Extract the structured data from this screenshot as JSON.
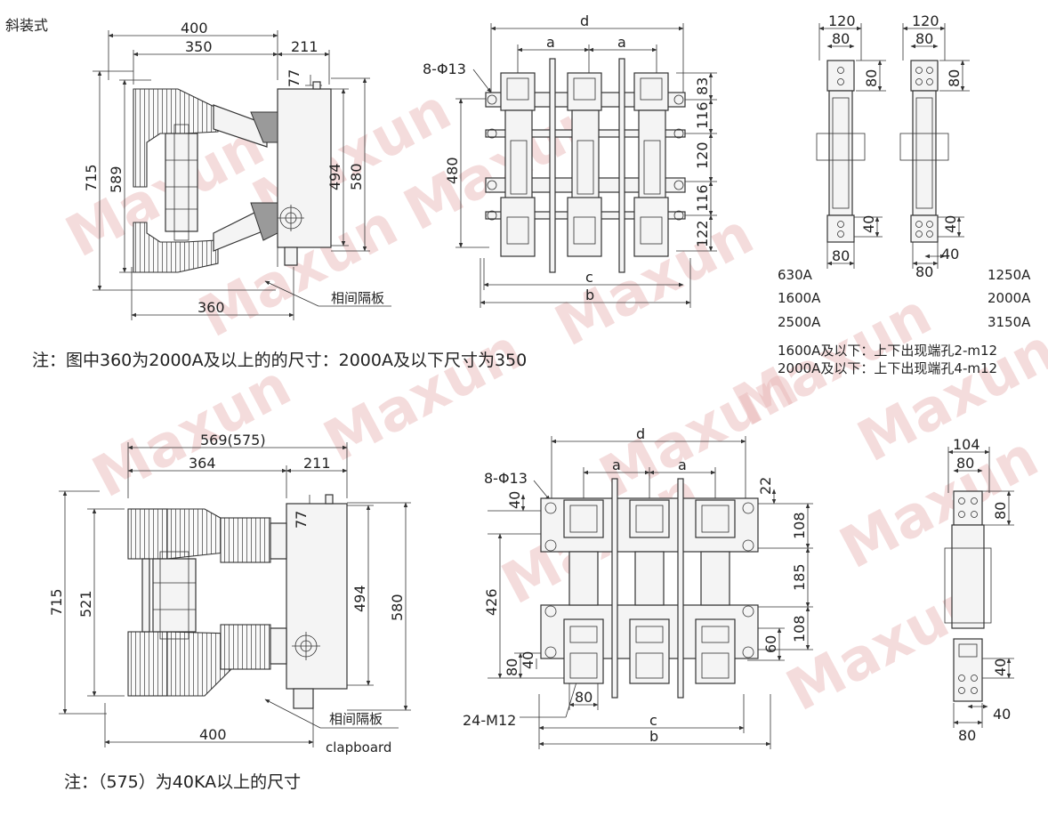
{
  "title": "斜装式",
  "watermark": "Maxun",
  "view1": {
    "w400": "400",
    "w350": "350",
    "w211": "211",
    "h77": "77",
    "h715": "715",
    "h589": "589",
    "h494": "494",
    "h580": "580",
    "w360": "360",
    "partition": "相间隔板"
  },
  "view2": {
    "d": "d",
    "a": "a",
    "c": "c",
    "b": "b",
    "holes": "8-Φ13",
    "h480": "480",
    "v83": "83",
    "v116a": "116",
    "v120": "120",
    "v116b": "116",
    "v122": "122"
  },
  "view3": {
    "w120a": "120",
    "w80a": "80",
    "h80a": "80",
    "w120b": "120",
    "w80b": "80",
    "h80b": "80",
    "h40a": "40",
    "w80c": "80",
    "h40b": "40",
    "w40": "40",
    "w80d": "80",
    "ratings": [
      [
        "630A",
        "1250A"
      ],
      [
        "1600A",
        "2000A"
      ],
      [
        "2500A",
        "3150A"
      ]
    ],
    "holes_note1": "1600A及以下：上下出现端孔2-m12",
    "holes_note2": "2000A及以下：上下出现端孔4-m12"
  },
  "note1": "注：图中360为2000A及以上的的尺寸：2000A及以下尺寸为350",
  "view4": {
    "w569": "569(575)",
    "w364": "364",
    "w211": "211",
    "h77": "77",
    "h715": "715",
    "h521": "521",
    "h494": "494",
    "h580": "580",
    "w400": "400",
    "partition": "相间隔板",
    "partition_en": "clapboard"
  },
  "view5": {
    "d": "d",
    "a": "a",
    "c": "c",
    "b": "b",
    "holes": "8-Φ13",
    "v40": "40",
    "h426": "426",
    "v22": "22",
    "v108a": "108",
    "v185": "185",
    "v108b": "108",
    "v60": "60",
    "v80": "80",
    "v40b": "40",
    "w80": "80",
    "m12": "24-M12"
  },
  "view6": {
    "w104": "104",
    "w80": "80",
    "h80": "80",
    "h40": "40",
    "w40": "40",
    "w80b": "80"
  },
  "note2": "注：（575）为40KA以上的尺寸"
}
